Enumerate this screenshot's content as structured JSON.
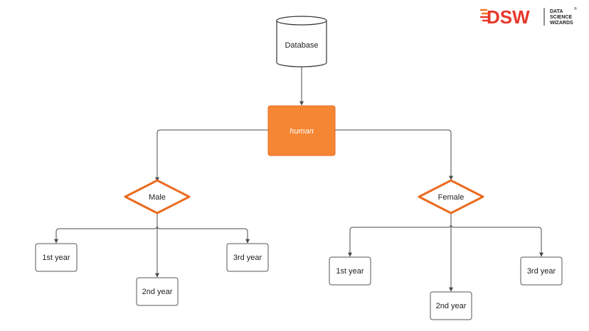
{
  "logo": {
    "brand": "DSW",
    "tagline_lines": [
      "DATA",
      "SCIENCE",
      "WIZARDS"
    ],
    "registered_mark": "®",
    "colors": {
      "brand_orange": "#f07a22",
      "brand_red": "#e8382c",
      "dark": "#222222"
    }
  },
  "diagram": {
    "colors": {
      "orange": "#f58634",
      "diamond_stroke": "#ea6b1f",
      "line": "#4a4a4a",
      "box_stroke": "#555555"
    },
    "database": {
      "label": "Database",
      "shape": "cylinder"
    },
    "root": {
      "label": "human",
      "shape": "rectangle"
    },
    "branches": [
      {
        "label": "Male",
        "shape": "diamond",
        "children": [
          {
            "label": "1st year"
          },
          {
            "label": "2nd year"
          },
          {
            "label": "3rd year"
          }
        ]
      },
      {
        "label": "Female",
        "shape": "diamond",
        "children": [
          {
            "label": "1st year"
          },
          {
            "label": "2nd year"
          },
          {
            "label": "3rd year"
          }
        ]
      }
    ]
  }
}
